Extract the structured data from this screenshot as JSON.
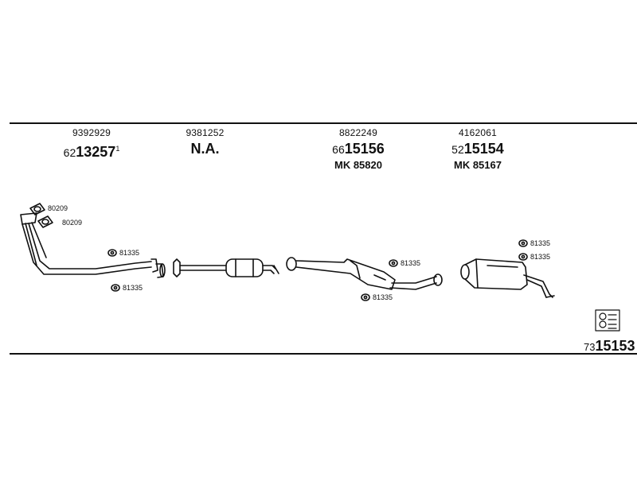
{
  "columns": [
    {
      "ref": "9392929",
      "prefix": "62",
      "part": "13257",
      "sup": "1",
      "mk": ""
    },
    {
      "ref": "9381252",
      "prefix": "",
      "part": "N.A.",
      "sup": "",
      "mk": ""
    },
    {
      "ref": "8822249",
      "prefix": "66",
      "part": "15156",
      "sup": "",
      "mk": "MK  85820"
    },
    {
      "ref": "4162061",
      "prefix": "52",
      "part": "15154",
      "sup": "",
      "mk": "MK  85167"
    }
  ],
  "callouts": {
    "gasket_a": "80209",
    "gasket_b": "80209",
    "clamp_1": "81335",
    "clamp_2": "81335",
    "clamp_3": "81335",
    "clamp_4": "81335",
    "clamp_5": "81335",
    "clamp_6": "81335"
  },
  "set_number": {
    "prefix": "73",
    "part": "15153"
  }
}
